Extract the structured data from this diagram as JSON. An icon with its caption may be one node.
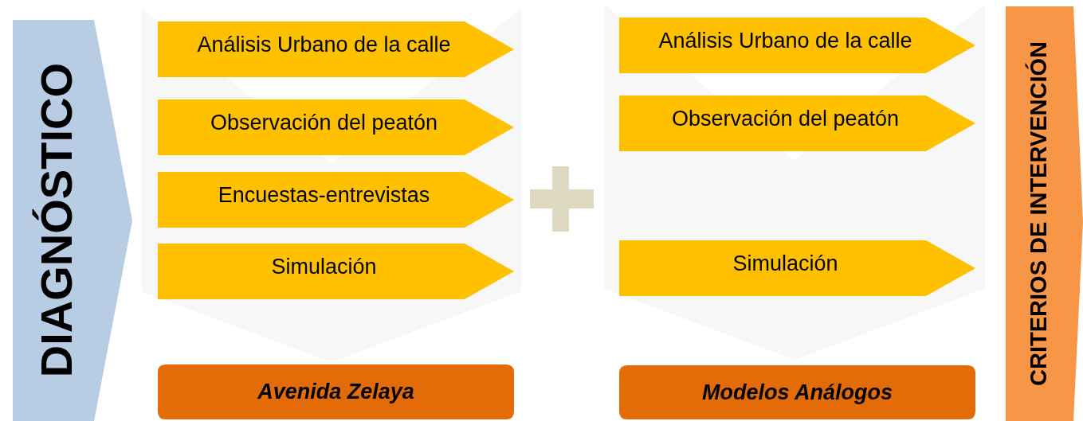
{
  "diagram": {
    "nodes": [
      {
        "text": [
          "DIAGNÓSTICO"
        ]
      },
      {
        "text": [
          "Análisis Urbano de la calle"
        ]
      },
      {
        "text": [
          "Observación del peatón"
        ]
      },
      {
        "text": [
          "Encuestas-entrevistas"
        ]
      },
      {
        "text": [
          "Simulación"
        ]
      },
      {
        "text": [
          "Avenida Zelaya"
        ]
      },
      {
        "text": [
          "Análisis Urbano de la calle"
        ]
      },
      {
        "text": [
          "Observación del peatón"
        ]
      },
      {
        "text": [
          "Simulación"
        ]
      },
      {
        "text": [
          "Modelos Análogos"
        ]
      },
      {
        "text": [
          "CRITERIOS DE INTERVENCIÓN"
        ]
      }
    ]
  }
}
